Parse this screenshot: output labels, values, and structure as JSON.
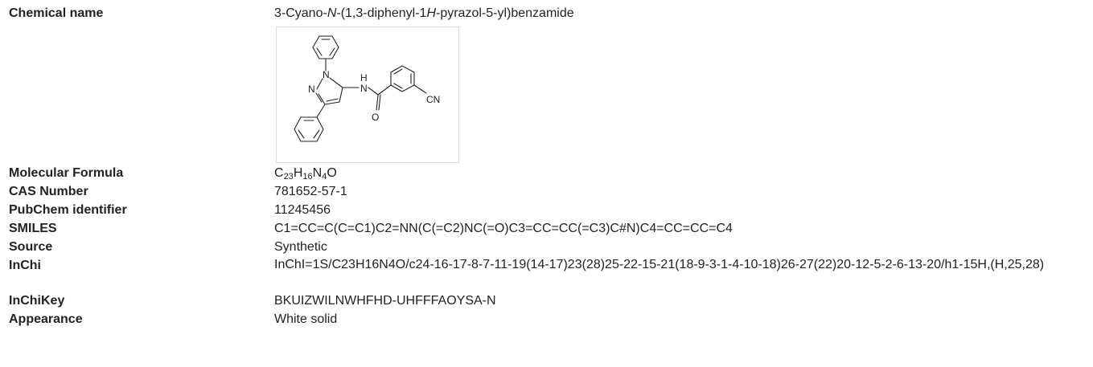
{
  "rows": {
    "chemical_name": {
      "label": "Chemical name",
      "parts": [
        "3-Cyano-",
        "N",
        "-(1,3-diphenyl-1",
        "H",
        "-pyrazol-5-yl)benzamide"
      ]
    },
    "molecular_formula": {
      "label": "Molecular Formula",
      "parts": [
        "C",
        "23",
        "H",
        "16",
        "N",
        "4",
        "O"
      ]
    },
    "cas_number": {
      "label": "CAS Number",
      "value": "781652-57-1"
    },
    "pubchem": {
      "label": "PubChem identifier",
      "value": "11245456"
    },
    "smiles": {
      "label": "SMILES",
      "value": "C1=CC=C(C=C1)C2=NN(C(=C2)NC(=O)C3=CC=CC(=C3)C#N)C4=CC=CC=C4"
    },
    "source": {
      "label": "Source",
      "value": "Synthetic"
    },
    "inchi": {
      "label": "InChi",
      "value": "InChI=1S/C23H16N4O/c24-16-17-8-7-11-19(14-17)23(28)25-22-15-21(18-9-3-1-4-10-18)26-27(22)20-12-5-2-6-13-20/h1-15H,(H,25,28)"
    },
    "inchikey": {
      "label": "InChiKey",
      "value": "BKUIZWILNWHFHD-UHFFFAOYSA-N"
    },
    "appearance": {
      "label": "Appearance",
      "value": "White solid"
    }
  },
  "structure": {
    "atoms": {
      "n1": "N",
      "n2": "N",
      "h": "H",
      "n_amide": "N",
      "o": "O",
      "cn": "CN"
    }
  }
}
